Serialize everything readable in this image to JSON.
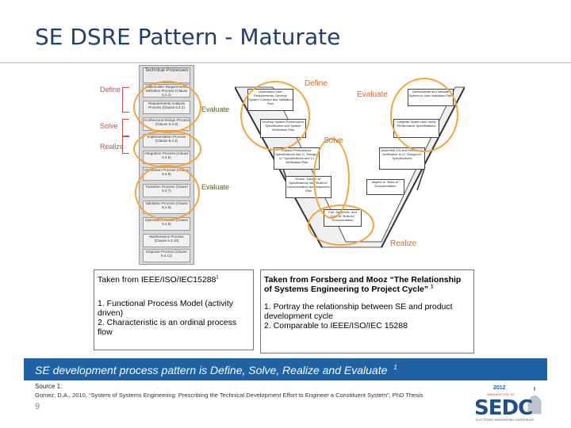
{
  "slide": {
    "title": "SE DSRE Pattern - Maturate",
    "page_number": "9"
  },
  "left_diagram": {
    "header": "Technical Processes",
    "processes": [
      "Stakeholder Requirements Definition Process (Clause 6.4.1)",
      "Requirements Analysis Process (Clause 6.4.2)",
      "Architectural Design Process (Clause 6.4.3)",
      "Implementation Process (Clause 6.4.4)",
      "Integration Process (Clause 6.4.5)",
      "Verification Process (Clause 6.4.6)",
      "Transition Process (Clause 6.4.7)",
      "Validation Process (Clause 6.4.8)",
      "Operation Process (Clause 6.4.9)",
      "Maintenance Process (Clause 6.4.10)",
      "Disposal Process (Clause 6.4.11)"
    ],
    "side_labels": {
      "define": "Define",
      "solve": "Solve",
      "realize": "Realize",
      "evaluate_1": "Evaluate",
      "evaluate_2": "Evaluate"
    }
  },
  "right_diagram": {
    "labels": {
      "define": "Define",
      "evaluate": "Evaluate",
      "solve": "Solve",
      "realize": "Realize"
    },
    "boxes": [
      "Understand User Requirements, Develop System Concept and Validation Plan",
      "Demonstrate and Validate System to User Validation Plan",
      "Develop System Performance Specification and System Verification Plan",
      "Integrate System and Verify Performance Specifications",
      "Expand Performance Specifications into CI \"Design-to\" Specifications and CI Verification Plan",
      "Assemble CIs and Perform CI Verification to CI \"Design-to\" Specifications",
      "Evolve \"Design-to\" Specifications into \"Build-to\" Documentation and Inspection Plan",
      "Inspect to \"Build-to\" Documentation",
      "Fab, Assemble, and Code to \"Build-to\" Documentation"
    ]
  },
  "panes": {
    "left": {
      "heading": "Taken from IEEE/ISO/IEC15288",
      "heading_sup": "1",
      "item1": "1. Functional Process Model (activity driven)",
      "item2": "2. Characteristic is an ordinal process flow"
    },
    "right": {
      "heading": "Taken from  Forsberg and Mooz “The Relationship of  Systems Engineering to Project Cycle”",
      "heading_sup": "1",
      "item1": "1. Portray the relationship between SE and product development cycle",
      "item2": "2. Comparable to IEEE/ISO/IEC 15288"
    }
  },
  "banner": {
    "text": "SE development process pattern is Define, Solve, Realize and Evaluate",
    "sup": "1",
    "color": "#1f62a6"
  },
  "source": {
    "label": "Source  1:",
    "text": "Gomez, D.A., 2010, “System of Systems Engineering: Prescribing the Technical Development Effort to Engineer a Constituent System”, PhD Thesis"
  },
  "logo": {
    "year": "2012",
    "place": "WASHINGTON, DC",
    "name": "SEDC",
    "tagline": "ELECTRONIC ENGINEERING CONFERENCE"
  },
  "colors": {
    "title": "#1f3f6e",
    "highlight_oval": "#f4a53a",
    "define_solve_realize": "#c0504d"
  }
}
